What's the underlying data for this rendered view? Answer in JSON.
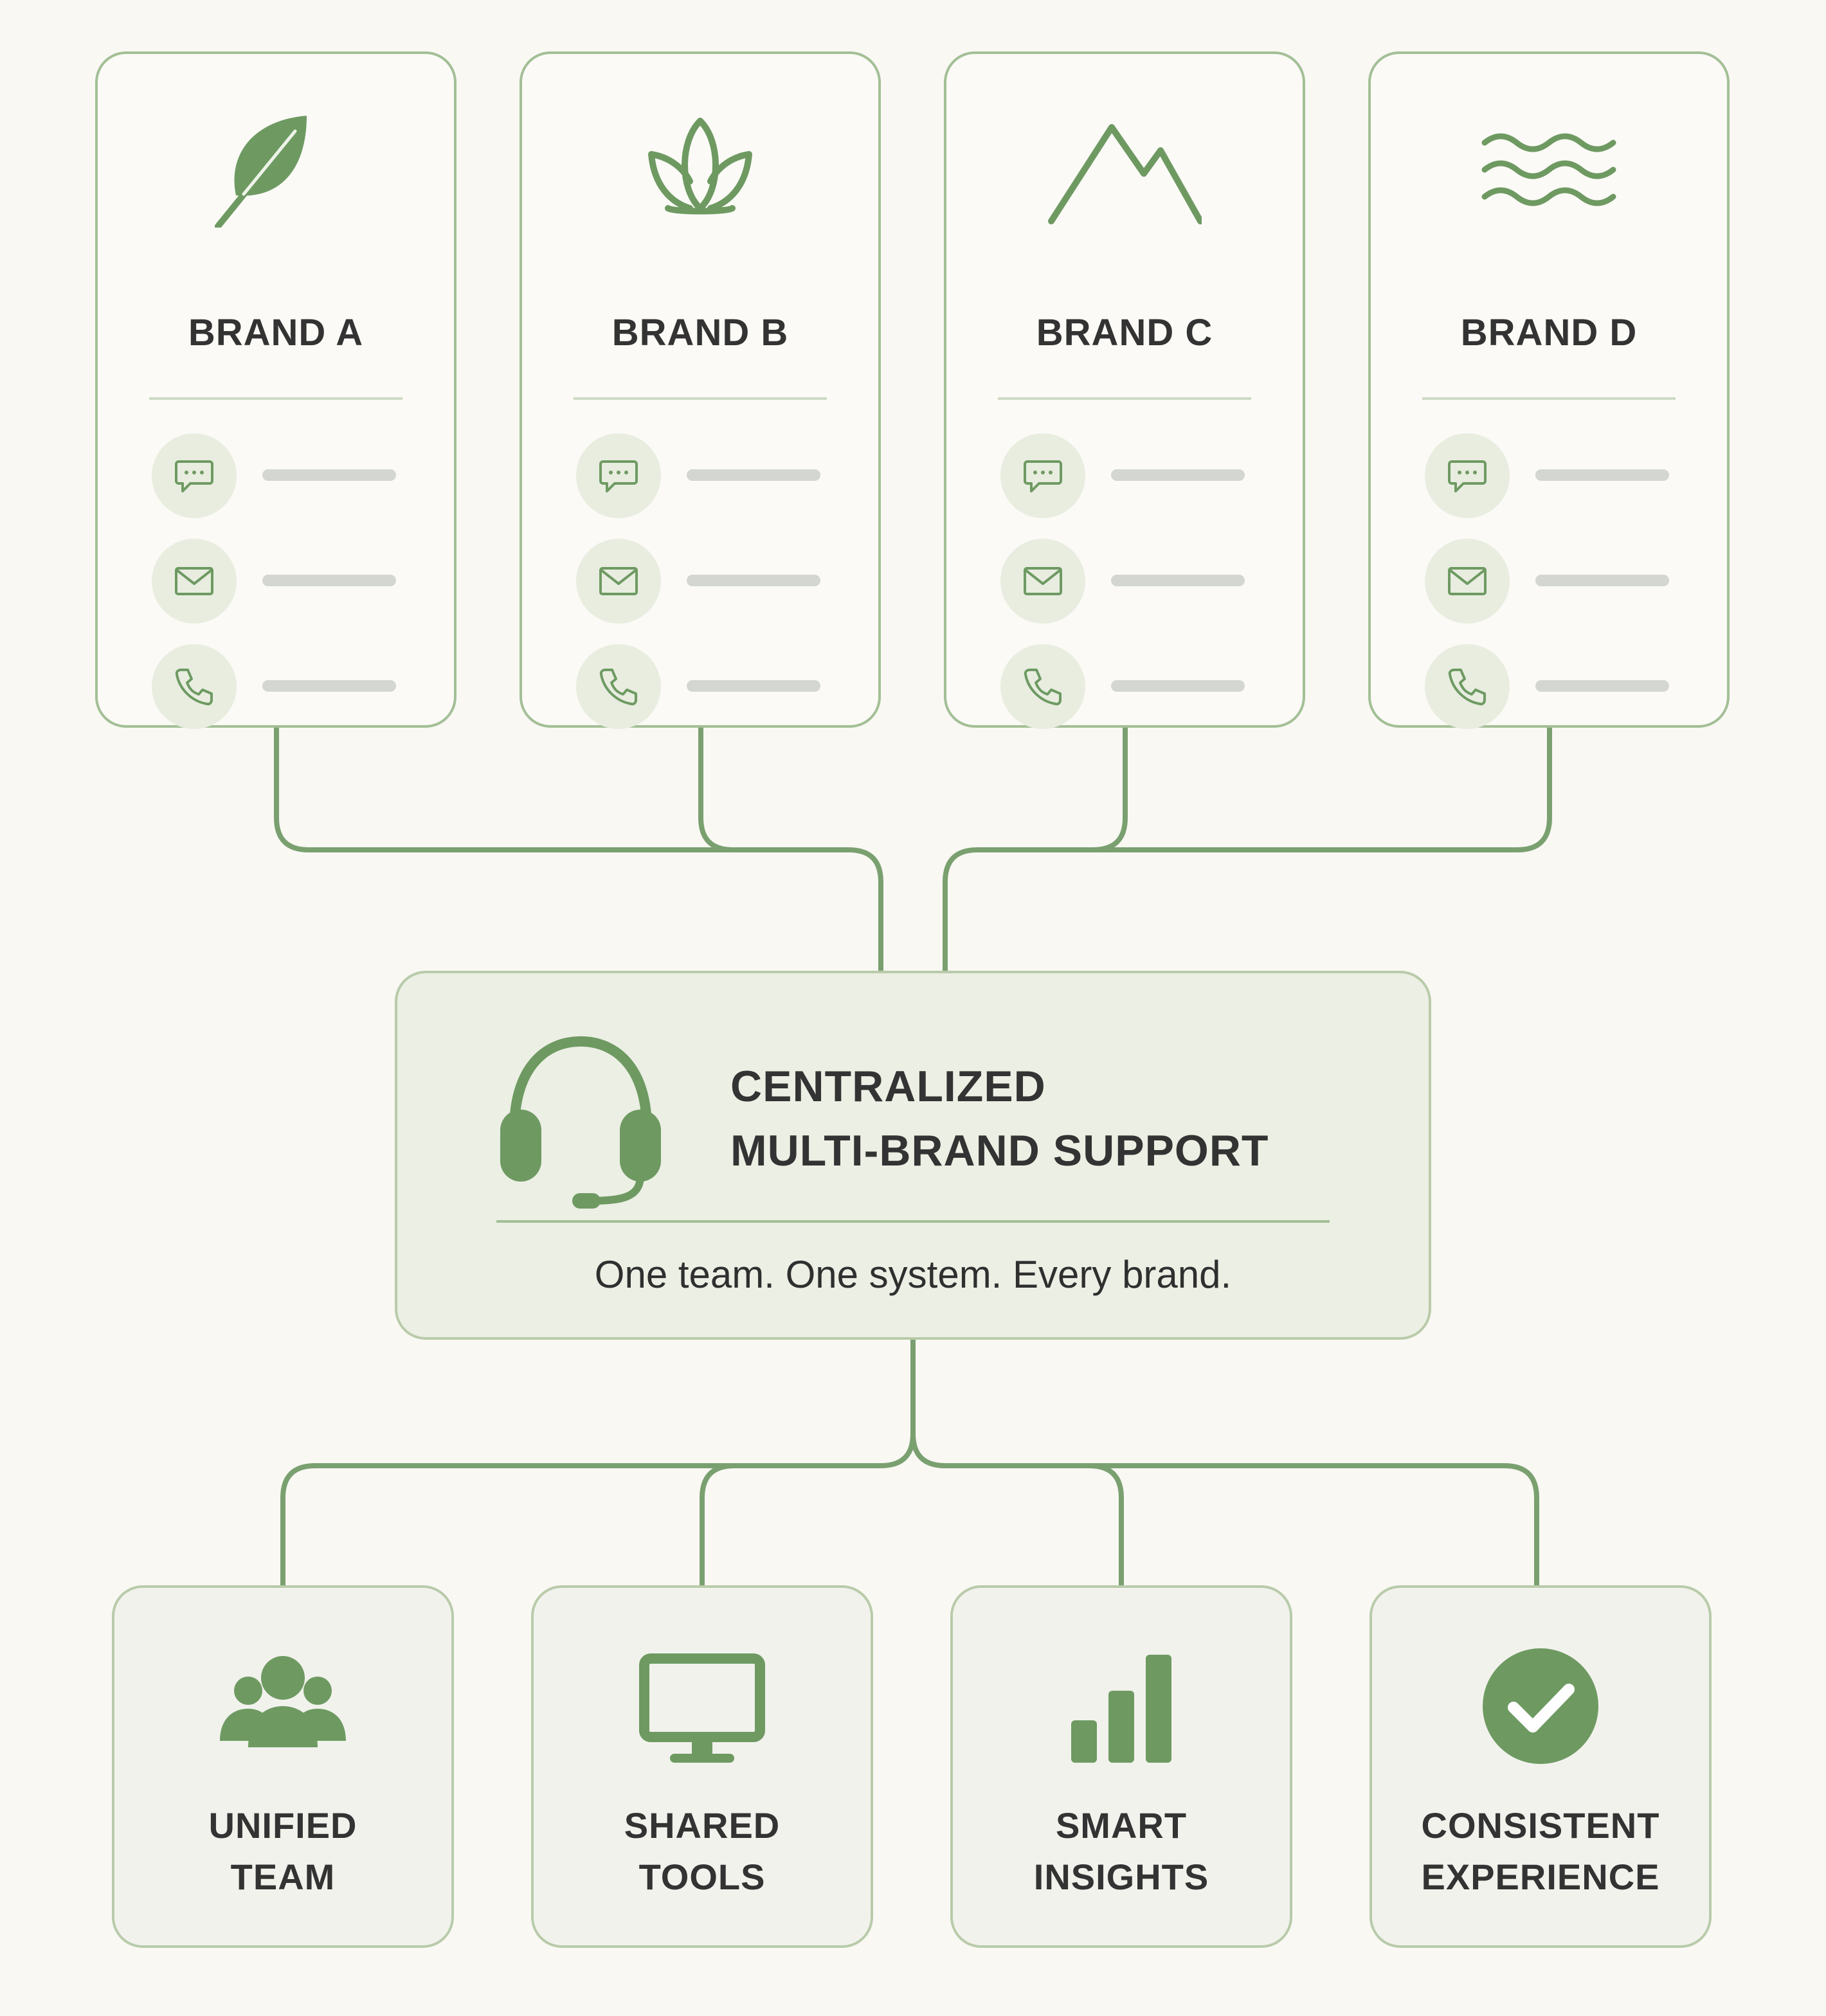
{
  "colors": {
    "background": "#f9f8f3",
    "accent_green": "#6e9a62",
    "connector_green": "#7aa070",
    "card_border": "#a3bf96",
    "text_dark": "#333333"
  },
  "brands": [
    {
      "name": "BRAND A",
      "logo": "leaf-icon",
      "channels": [
        "chat-bubble-icon",
        "envelope-icon",
        "phone-icon"
      ]
    },
    {
      "name": "BRAND B",
      "logo": "lotus-icon",
      "channels": [
        "chat-bubble-icon",
        "envelope-icon",
        "phone-icon"
      ]
    },
    {
      "name": "BRAND C",
      "logo": "mountain-icon",
      "channels": [
        "chat-bubble-icon",
        "envelope-icon",
        "phone-icon"
      ]
    },
    {
      "name": "BRAND D",
      "logo": "waves-icon",
      "channels": [
        "chat-bubble-icon",
        "envelope-icon",
        "phone-icon"
      ]
    }
  ],
  "hub": {
    "icon": "headset-icon",
    "title_line1": "CENTRALIZED",
    "title_line2": "MULTI-BRAND SUPPORT",
    "tagline": "One team. One system. Every brand."
  },
  "benefits": [
    {
      "icon": "people-icon",
      "line1": "UNIFIED",
      "line2": "TEAM"
    },
    {
      "icon": "monitor-icon",
      "line1": "SHARED",
      "line2": "TOOLS"
    },
    {
      "icon": "bar-chart-icon",
      "line1": "SMART",
      "line2": "INSIGHTS"
    },
    {
      "icon": "check-circle-icon",
      "line1": "CONSISTENT",
      "line2": "EXPERIENCE"
    }
  ]
}
